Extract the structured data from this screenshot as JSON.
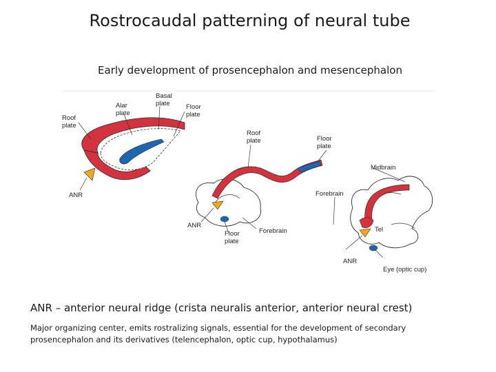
{
  "slide": {
    "title": "Rostrocaudal patterning of neural tube",
    "subtitle": "Early development of prosencephalon and mesencephalon",
    "caption_main": "ANR – anterior neural ridge (crista neuralis anterior, anterior neural crest)",
    "caption_detail": "Major organizing center, emits rostralizing signals, essential for the development of secondary prosencephalon and its derivatives (telencephalon, optic cup, hypothalamus)"
  },
  "figure": {
    "labels": {
      "roof_plate_1": [
        "Roof",
        "plate"
      ],
      "alar_plate": [
        "Alar",
        "plate"
      ],
      "basal_plate": [
        "Basal",
        "plate"
      ],
      "floor_plate_1": [
        "Floor",
        "plate"
      ],
      "anr_1": "ANR",
      "roof_plate_2": [
        "Roof",
        "plate"
      ],
      "floor_plate_2": [
        "Floor",
        "plate"
      ],
      "anr_2": "ANR",
      "floor_plate_3": [
        "Floor",
        "plate"
      ],
      "forebrain_2": "Forebrain",
      "midbrain": "Midbrain",
      "forebrain_3": "Forebrain",
      "tel": "Tel",
      "anr_3": "ANR",
      "eye": "Eye (optic cup)"
    },
    "colors": {
      "red": "#d2333f",
      "blue": "#1f66b0",
      "orange": "#f2a81d",
      "outline": "#2a2a2a"
    }
  }
}
